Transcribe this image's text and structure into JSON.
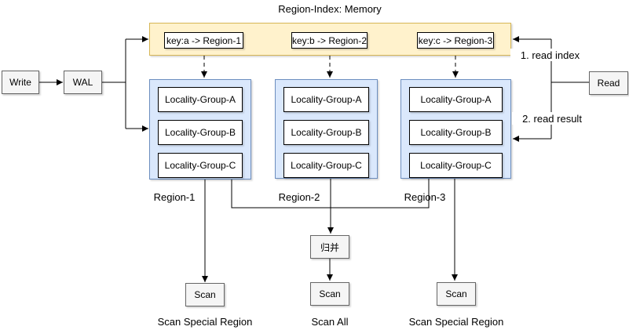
{
  "title": "Region-Index: Memory",
  "index": {
    "entries": [
      "key:a -> Region-1",
      "key:b -> Region-2",
      "key:c -> Region-3"
    ]
  },
  "nodes": {
    "write": "Write",
    "wal": "WAL",
    "read": "Read",
    "merge": "归并"
  },
  "read_steps": {
    "step1": "1. read index",
    "step2": "2. read result"
  },
  "regions": [
    {
      "name": "Region-1",
      "groups": [
        "Locality-Group-A",
        "Locality-Group-B",
        "Locality-Group-C"
      ]
    },
    {
      "name": "Region-2",
      "groups": [
        "Locality-Group-A",
        "Locality-Group-B",
        "Locality-Group-C"
      ]
    },
    {
      "name": "Region-3",
      "groups": [
        "Locality-Group-A",
        "Locality-Group-B",
        "Locality-Group-C"
      ]
    }
  ],
  "scans": [
    {
      "label": "Scan",
      "caption": "Scan Special Region"
    },
    {
      "label": "Scan",
      "caption": "Scan All"
    },
    {
      "label": "Scan",
      "caption": "Scan Special Region"
    }
  ],
  "colors": {
    "index_fill": "#fff2cc",
    "index_border": "#d6b656",
    "region_fill": "#dae8fc",
    "region_border": "#6c8ebf",
    "node_fill": "#f5f5f5",
    "node_border": "#666666",
    "line_color": "#000000"
  }
}
